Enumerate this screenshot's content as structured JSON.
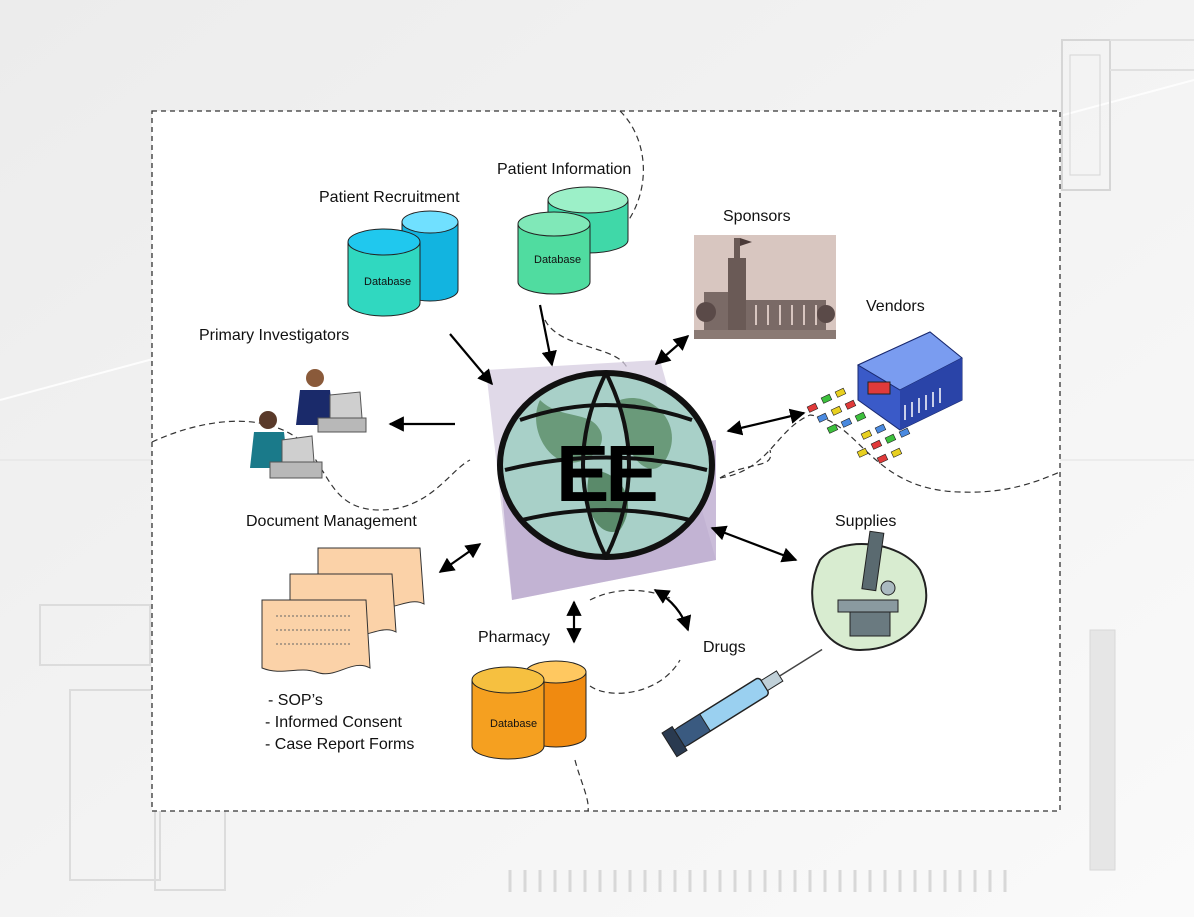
{
  "center": {
    "label": "EE"
  },
  "nodes": {
    "patient_recruitment": {
      "label": "Patient Recruitment",
      "db_label": "Database"
    },
    "patient_information": {
      "label": "Patient Information",
      "db_label": "Database"
    },
    "sponsors": {
      "label": "Sponsors"
    },
    "vendors": {
      "label": "Vendors"
    },
    "primary_investigators": {
      "label": "Primary Investigators"
    },
    "document_management": {
      "label": "Document Management",
      "items": [
        "- SOP’s",
        "- Informed Consent",
        "- Case Report Forms"
      ]
    },
    "pharmacy": {
      "label": "Pharmacy",
      "db_label": "Database"
    },
    "drugs": {
      "label": "Drugs"
    },
    "supplies": {
      "label": "Supplies"
    }
  },
  "colors": {
    "recruitment_db": "#20c8ee",
    "information_db": "#40d8a8",
    "pharmacy_db": "#f5a020",
    "document": "#fbd2a8",
    "globe": "#7ab0a0"
  }
}
